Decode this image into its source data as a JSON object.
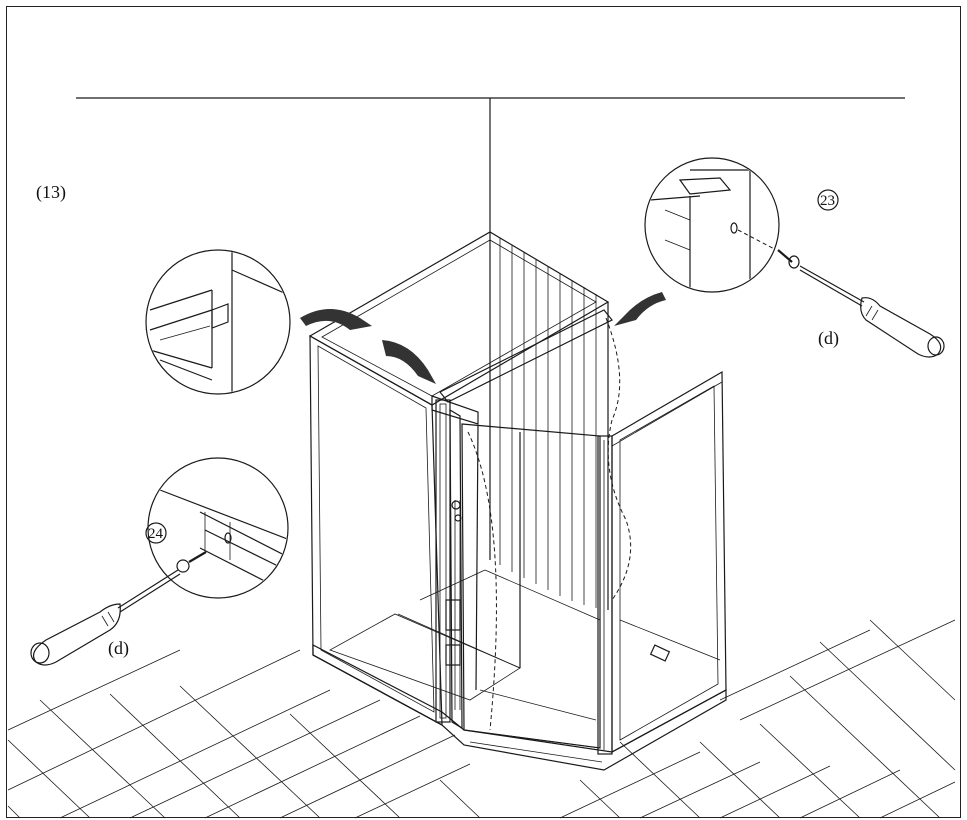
{
  "diagram": {
    "step_label": "(13)",
    "callouts": {
      "part_23": "23",
      "part_24": "24",
      "tool_right": "(d)",
      "tool_left": "(d)"
    }
  },
  "colors": {
    "ink": "#1a1a1a",
    "paper": "#ffffff",
    "arrow": "#333333"
  },
  "icons": [
    "screwdriver-icon",
    "screw-icon",
    "curved-arrow-icon",
    "detail-magnifier-icon"
  ]
}
